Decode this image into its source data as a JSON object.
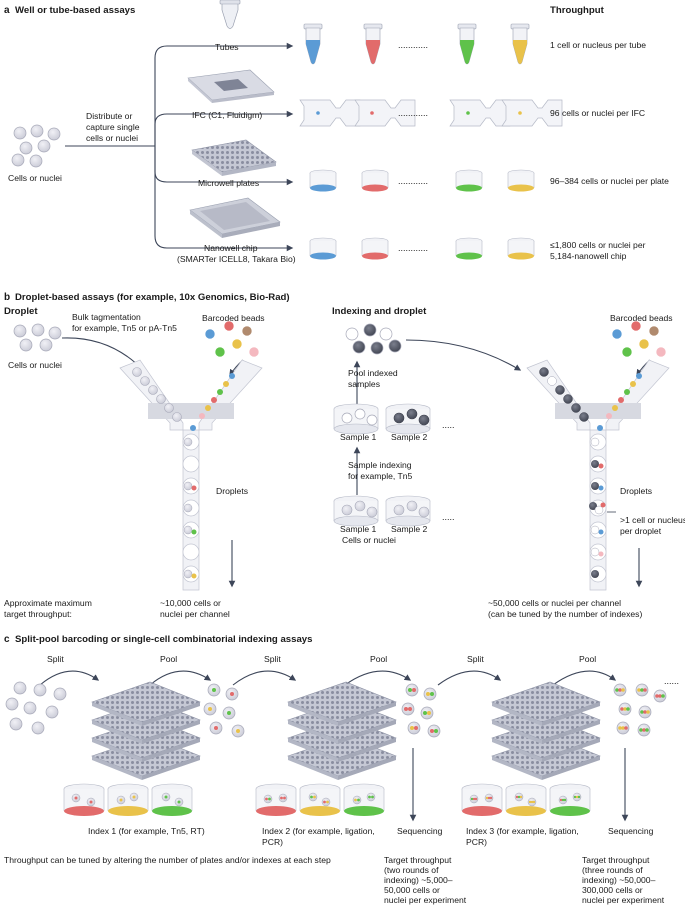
{
  "colors": {
    "blue": "#5b9bd5",
    "red": "#e26b6b",
    "green": "#5fc24a",
    "yellow": "#e9c24a",
    "pink": "#f4b8bf",
    "brown": "#b08a6e",
    "dark": "#4a4e5c",
    "cell": "#d8d9e3",
    "cell_edge": "#a7a9b8",
    "arrow": "#3d4659"
  },
  "a": {
    "label": "a",
    "title": "Well or tube-based assays",
    "throughput_header": "Throughput",
    "cells_label": "Cells or nuclei",
    "distribute_l1": "Distribute or",
    "distribute_l2": "capture single",
    "distribute_l3": "cells or nuclei",
    "dots": "............",
    "rows": [
      {
        "label": "Tubes",
        "throughput": "1 cell or nucleus per tube"
      },
      {
        "label": "IFC (C1, Fluidigm)",
        "throughput": "96 cells or nuclei per IFC"
      },
      {
        "label": "Microwell plates",
        "throughput": "96–384 cells or nuclei per plate"
      },
      {
        "label_l1": "Nanowell chip",
        "label_l2": "(SMARTer ICELL8, Takara Bio)",
        "throughput_l1": "≤1,800 cells or nuclei per",
        "throughput_l2": "5,184-nanowell chip"
      }
    ]
  },
  "b": {
    "label": "b",
    "title": "Droplet-based assays (for example, 10x Genomics, Bio-Rad)",
    "droplet_title": "Droplet",
    "cells_label": "Cells or nuclei",
    "bulk_l1": "Bulk tagmentation",
    "bulk_l2": "for example, Tn5 or pA-Tn5",
    "barcoded_left": "Barcoded beads",
    "droplets_left": "Droplets",
    "approx_l1": "Approximate maximum",
    "approx_l2": "target throughput:",
    "left_throughput_l1": "~10,000 cells or",
    "left_throughput_l2": "nuclei per channel",
    "indexing_title": "Indexing and droplet",
    "pool_l1": "Pool indexed",
    "pool_l2": "samples",
    "sample1": "Sample 1",
    "sample2": "Sample 2",
    "dots": ".....",
    "sample_idx_l1": "Sample indexing",
    "sample_idx_l2": "for example, Tn5",
    "sample1b": "Sample 1",
    "sample2b": "Sample 2",
    "cells_label_b": "Cells or nuclei",
    "barcoded_right": "Barcoded beads",
    "droplets_right": "Droplets",
    "multi_l1": ">1 cell or nucleus",
    "multi_l2": "per droplet",
    "right_throughput_l1": "~50,000 cells or nuclei per channel",
    "right_throughput_l2": "(can be tuned by the number of indexes)"
  },
  "c": {
    "label": "c",
    "title": "Split-pool barcoding or single-cell combinatorial indexing assays",
    "split": "Split",
    "pool": "Pool",
    "dots": "......",
    "index1": "Index 1 (for example, Tn5, RT)",
    "index2_l1": "Index 2 (for example, ligation,",
    "index2_l2": "PCR)",
    "index3_l1": "Index 3 (for example, ligation,",
    "index3_l2": "PCR)",
    "sequencing": "Sequencing",
    "tune_note": "Throughput can be tuned by altering the number of plates  and/or indexes at each step",
    "tp2": [
      "Target throughput",
      "(two rounds of",
      "indexing) ~5,000–",
      "50,000 cells or",
      "nuclei per experiment"
    ],
    "tp3": [
      "Target throughput",
      "(three rounds of",
      "indexing) ~50,000–",
      "300,000 cells or",
      "nuclei per experiment"
    ]
  }
}
